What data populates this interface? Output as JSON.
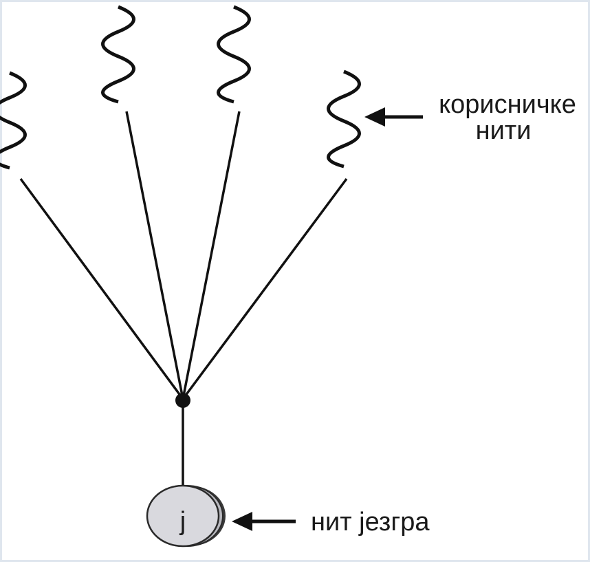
{
  "labels": {
    "user_threads_line1": "корисничке",
    "user_threads_line2": "нити",
    "kernel_thread": "нит језгра",
    "kernel_node": "ј"
  },
  "colors": {
    "line": "#111111",
    "kernel_fill": "#d9d9de",
    "kernel_shadow": "#3a3a3a"
  }
}
